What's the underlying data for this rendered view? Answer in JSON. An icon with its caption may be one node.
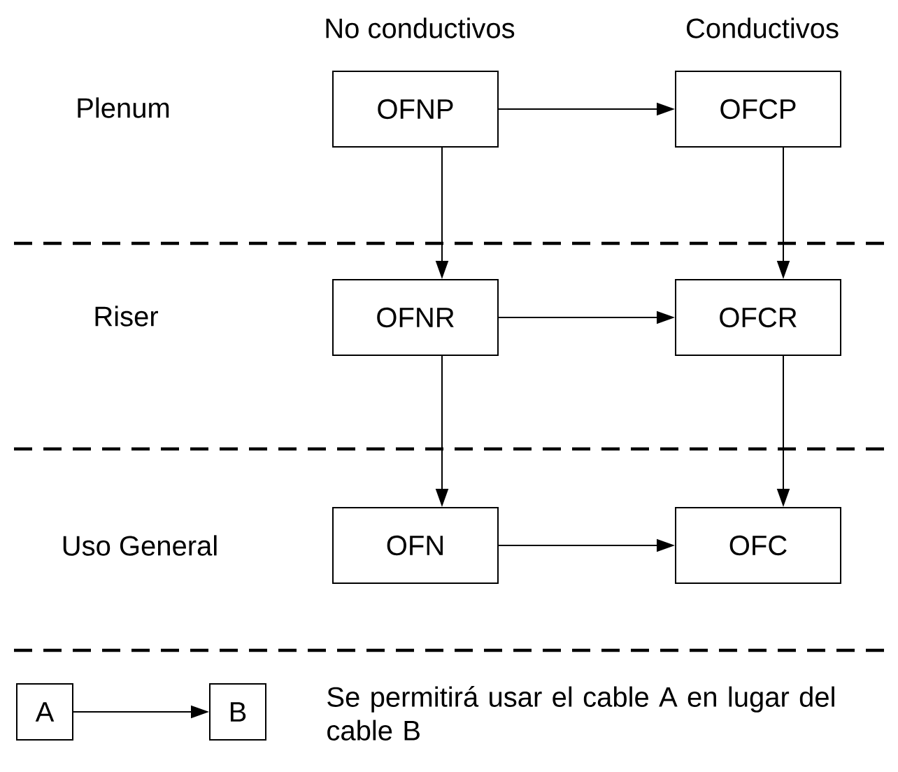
{
  "diagram": {
    "nodes": [
      {
        "text": [
          "OFNP"
        ]
      },
      {
        "text": [
          "OFCP"
        ]
      },
      {
        "text": [
          "OFNR"
        ]
      },
      {
        "text": [
          "OFCR"
        ]
      },
      {
        "text": [
          "OFN"
        ]
      },
      {
        "text": [
          "OFC"
        ]
      },
      {
        "text": [
          "A"
        ]
      },
      {
        "text": [
          "B"
        ]
      }
    ],
    "edges": [
      {
        "from": 0,
        "to": 1,
        "arrow": "to"
      },
      {
        "from": 0,
        "to": 2,
        "arrow": "to"
      },
      {
        "from": 1,
        "to": 3,
        "arrow": "to"
      },
      {
        "from": 2,
        "to": 3,
        "arrow": "to"
      },
      {
        "from": 2,
        "to": 4,
        "arrow": "to"
      },
      {
        "from": 3,
        "to": 5,
        "arrow": "to"
      },
      {
        "from": 4,
        "to": 5,
        "arrow": "to"
      },
      {
        "from": 6,
        "to": 7,
        "arrow": "to"
      }
    ],
    "labels": [
      "No conductivos",
      "Conductivos",
      "Plenum",
      "Riser",
      "Uso General",
      "Se permitirá usar el cable A en lugar del cable B"
    ]
  }
}
